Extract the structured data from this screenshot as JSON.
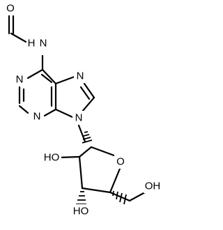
{
  "atoms": {
    "formyl_oxygen": "O",
    "amide_nitrogen": "N",
    "amide_h": "H",
    "n1": "N",
    "n3": "N",
    "n7": "N",
    "n9": "N",
    "ring_oxygen": "O",
    "ho_2prime": "HO",
    "ho_3prime": "HO",
    "oh_5prime": "OH"
  }
}
